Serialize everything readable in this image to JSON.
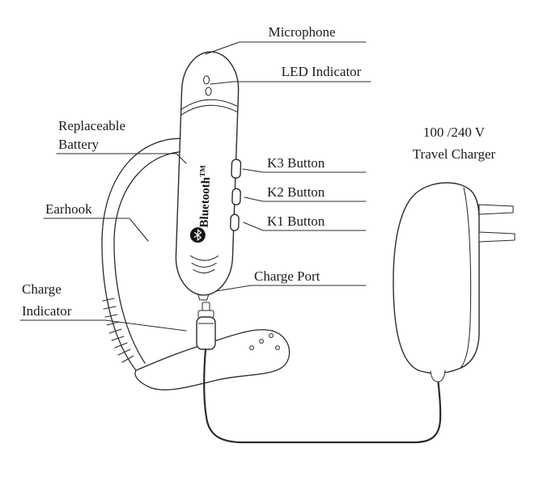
{
  "diagram": {
    "subject": "Bluetooth headset parts diagram with travel charger",
    "colors": {
      "line": "#2b2b2b",
      "text": "#1c1c1c",
      "background": "#ffffff",
      "logo_fill": "#151515"
    },
    "headset": {
      "brand": "Bluetooth",
      "brand_superscript": "TM",
      "logo_icon": "bluetooth-rune-icon"
    },
    "callouts": {
      "microphone": "Microphone",
      "led_indicator": "LED Indicator",
      "replaceable_battery_line1": "Replaceable",
      "replaceable_battery_line2": "Battery",
      "earhook": "Earhook",
      "charge_indicator_line1": "Charge",
      "charge_indicator_line2": "Indicator",
      "k3_button": "K3 Button",
      "k2_button": "K2 Button",
      "k1_button": "K1 Button",
      "charge_port": "Charge Port"
    },
    "charger": {
      "line1": "100 /240 V",
      "line2": "Travel Charger"
    }
  }
}
